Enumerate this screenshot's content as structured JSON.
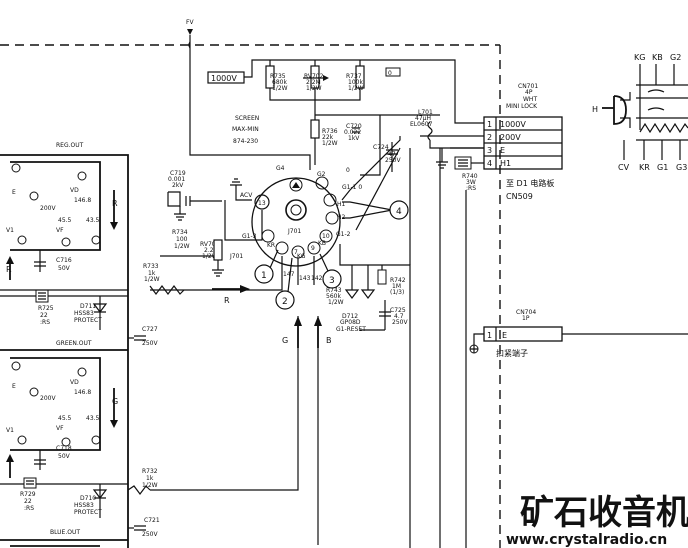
{
  "labels": {
    "fv": "FV",
    "v1000_box": "1000V",
    "r735": "R735",
    "r735_v": "680k",
    "r735_w": "1/2W",
    "rv702": "RV702",
    "rv702_v": "2.2M",
    "rv702_w": "1/2W",
    "r737": "R737",
    "r737_v": "100k",
    "r737_w": "1/2W",
    "screen": "SCREEN",
    "maxmin": "MAX-MIN",
    "num874": "874-230",
    "r736": "R736",
    "r736_v": "22k",
    "r736_w": "1/2W",
    "c720": "C720",
    "c720_v": "0.022",
    "c720_w": "1kV",
    "l701": "L701",
    "l701_v": "47µH",
    "l701_p": "EL0607",
    "c724": "C724",
    "c724_v": "47",
    "c724_w": "250V",
    "cn701": "CN701",
    "cn701_pins": "4P",
    "cn701_col": "WHT",
    "cn701_lock": "MINI LOCK",
    "pin1": "1",
    "pin1_lbl": "1000V",
    "pin2": "2",
    "pin2_lbl": "200V",
    "pin3": "3",
    "pin3_lbl": "E",
    "pin4": "4",
    "pin4_lbl": "H1",
    "r740": "R740",
    "r740_v": "3W",
    "r740_t": ":RS",
    "to_d1": "至 D1 电路板",
    "cn509": "CN509",
    "kg": "KG",
    "kb": "KB",
    "g2": "G2",
    "h": "H",
    "cv": "CV",
    "kr": "KR",
    "g1": "G1",
    "g3": "G3",
    "reg_out": "REG.OUT",
    "green_out": "GREEN.OUT",
    "blue_out": "BLUE.OUT",
    "c719": "C719",
    "c719_v": "0.001",
    "c719_w": "2kV",
    "r734": "R734",
    "r734_v": "100",
    "r734_w": "1/2W",
    "g4": "G4",
    "g2b": "G2",
    "acv": "ACV",
    "g1_10": "G1-1 0",
    "o": "0",
    "pin13": "13",
    "pin7": "7",
    "pin9": "9",
    "pin10": "10",
    "h1": "H1",
    "h2": "H2",
    "g12": "G1-2",
    "j701": "J701",
    "g13": "G1-3",
    "kr_t": "KR",
    "kg_t": "KG",
    "kb_t": "KB",
    "rv701": "RV701",
    "rv701_v": "2.2M",
    "rv701_w": "1/2W",
    "j701b": "J701",
    "n1": "1",
    "n2": "2",
    "n3": "3",
    "n4": "4",
    "k147": "147",
    "k143": "143",
    "k142": "142",
    "r742": "R742",
    "r742_v": "1M",
    "r742_t": "(1/3)",
    "r743": "R743",
    "r743_v": "560k",
    "r743_w": "1/2W",
    "d712": "D712",
    "d712_p": "GP08D",
    "g1reset": "G1-RESET",
    "c725": "C725",
    "c725_v": "4.7",
    "c725_w": "250V",
    "e_left": "E",
    "v200": "200V",
    "vd": "VD",
    "v146": "146.8",
    "vf": "VF",
    "v455": "45.5",
    "v435": "43.5",
    "v11": "V1",
    "c716": "C716",
    "c716_v": "50V",
    "r725": "R725",
    "r725_v": "22",
    "r725_t": ":RS",
    "d711": "D711",
    "d711_p": "HSS83",
    "protect": "PROTECT",
    "c727": "C727",
    "c727_v": "250V",
    "r733": "R733",
    "r733_v": "1k",
    "r733_w": "1/2W",
    "r_arrow": "R",
    "r_side": "R",
    "g_arrow": "G",
    "b_arrow": "B",
    "c718": "C718",
    "c718_v": "50V",
    "r729": "R729",
    "r729_v": "22",
    "r729_t": ":RS",
    "d710": "D710",
    "d710_p": "HSS83",
    "protect2": "PROTECT",
    "r732": "R732",
    "r732_v": "1k",
    "r732_w": "1/2W",
    "c721": "C721",
    "c721_v": "250V",
    "g_side": "G",
    "cn704": "CN704",
    "cn704_p": "1P",
    "cn704_pin": "1",
    "cn704_e": "E",
    "clamp": "扣紧端子",
    "wm_cn": "矿石收音机",
    "wm_url": "www.crystalradio.cn"
  },
  "colors": {
    "ink": "#111111",
    "watermark": "#1f5fae"
  }
}
